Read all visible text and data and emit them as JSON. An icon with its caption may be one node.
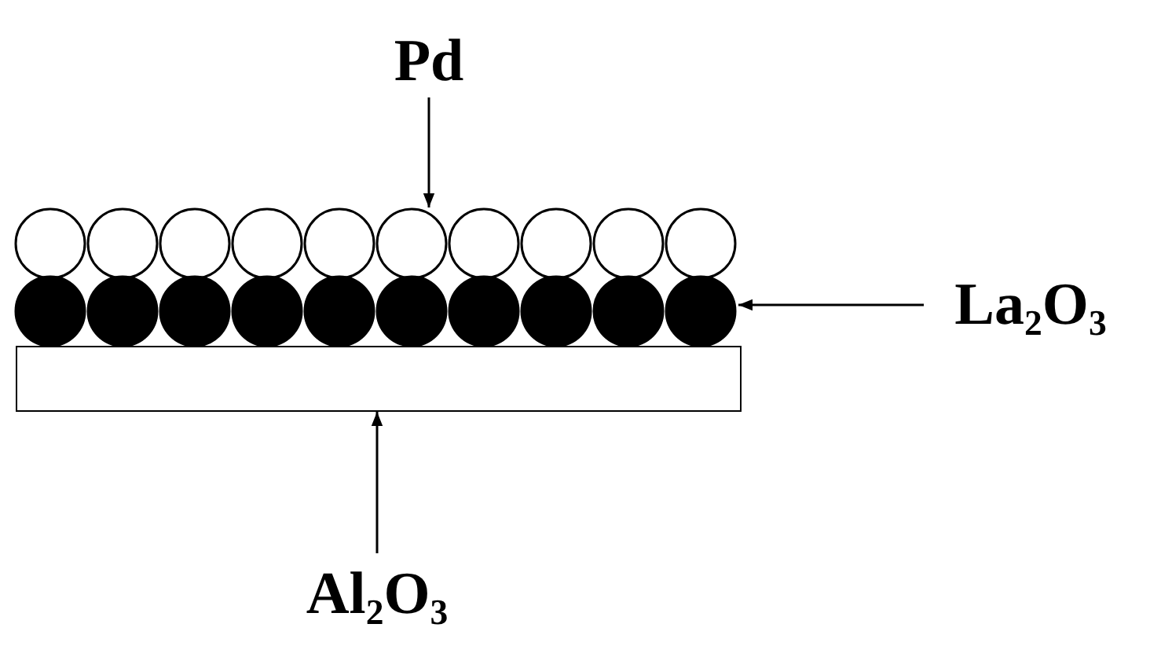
{
  "diagram": {
    "nodes": [
      {
        "text": [
          "Pd"
        ]
      },
      {
        "text": [],
        "shape": "circle"
      },
      {
        "text": [],
        "shape": "circle"
      },
      {
        "text": [
          "La$_{2}$O$_{3}$"
        ]
      },
      {
        "text": [],
        "shape": "box"
      },
      {
        "text": [
          "Al$_{2}$O$_{3}$"
        ]
      }
    ],
    "edges": [
      {
        "from": 0,
        "to": 1,
        "arrow": "to"
      },
      {
        "from": 3,
        "to": 2,
        "arrow": "to"
      },
      {
        "from": 5,
        "to": 4,
        "arrow": "to"
      }
    ]
  }
}
